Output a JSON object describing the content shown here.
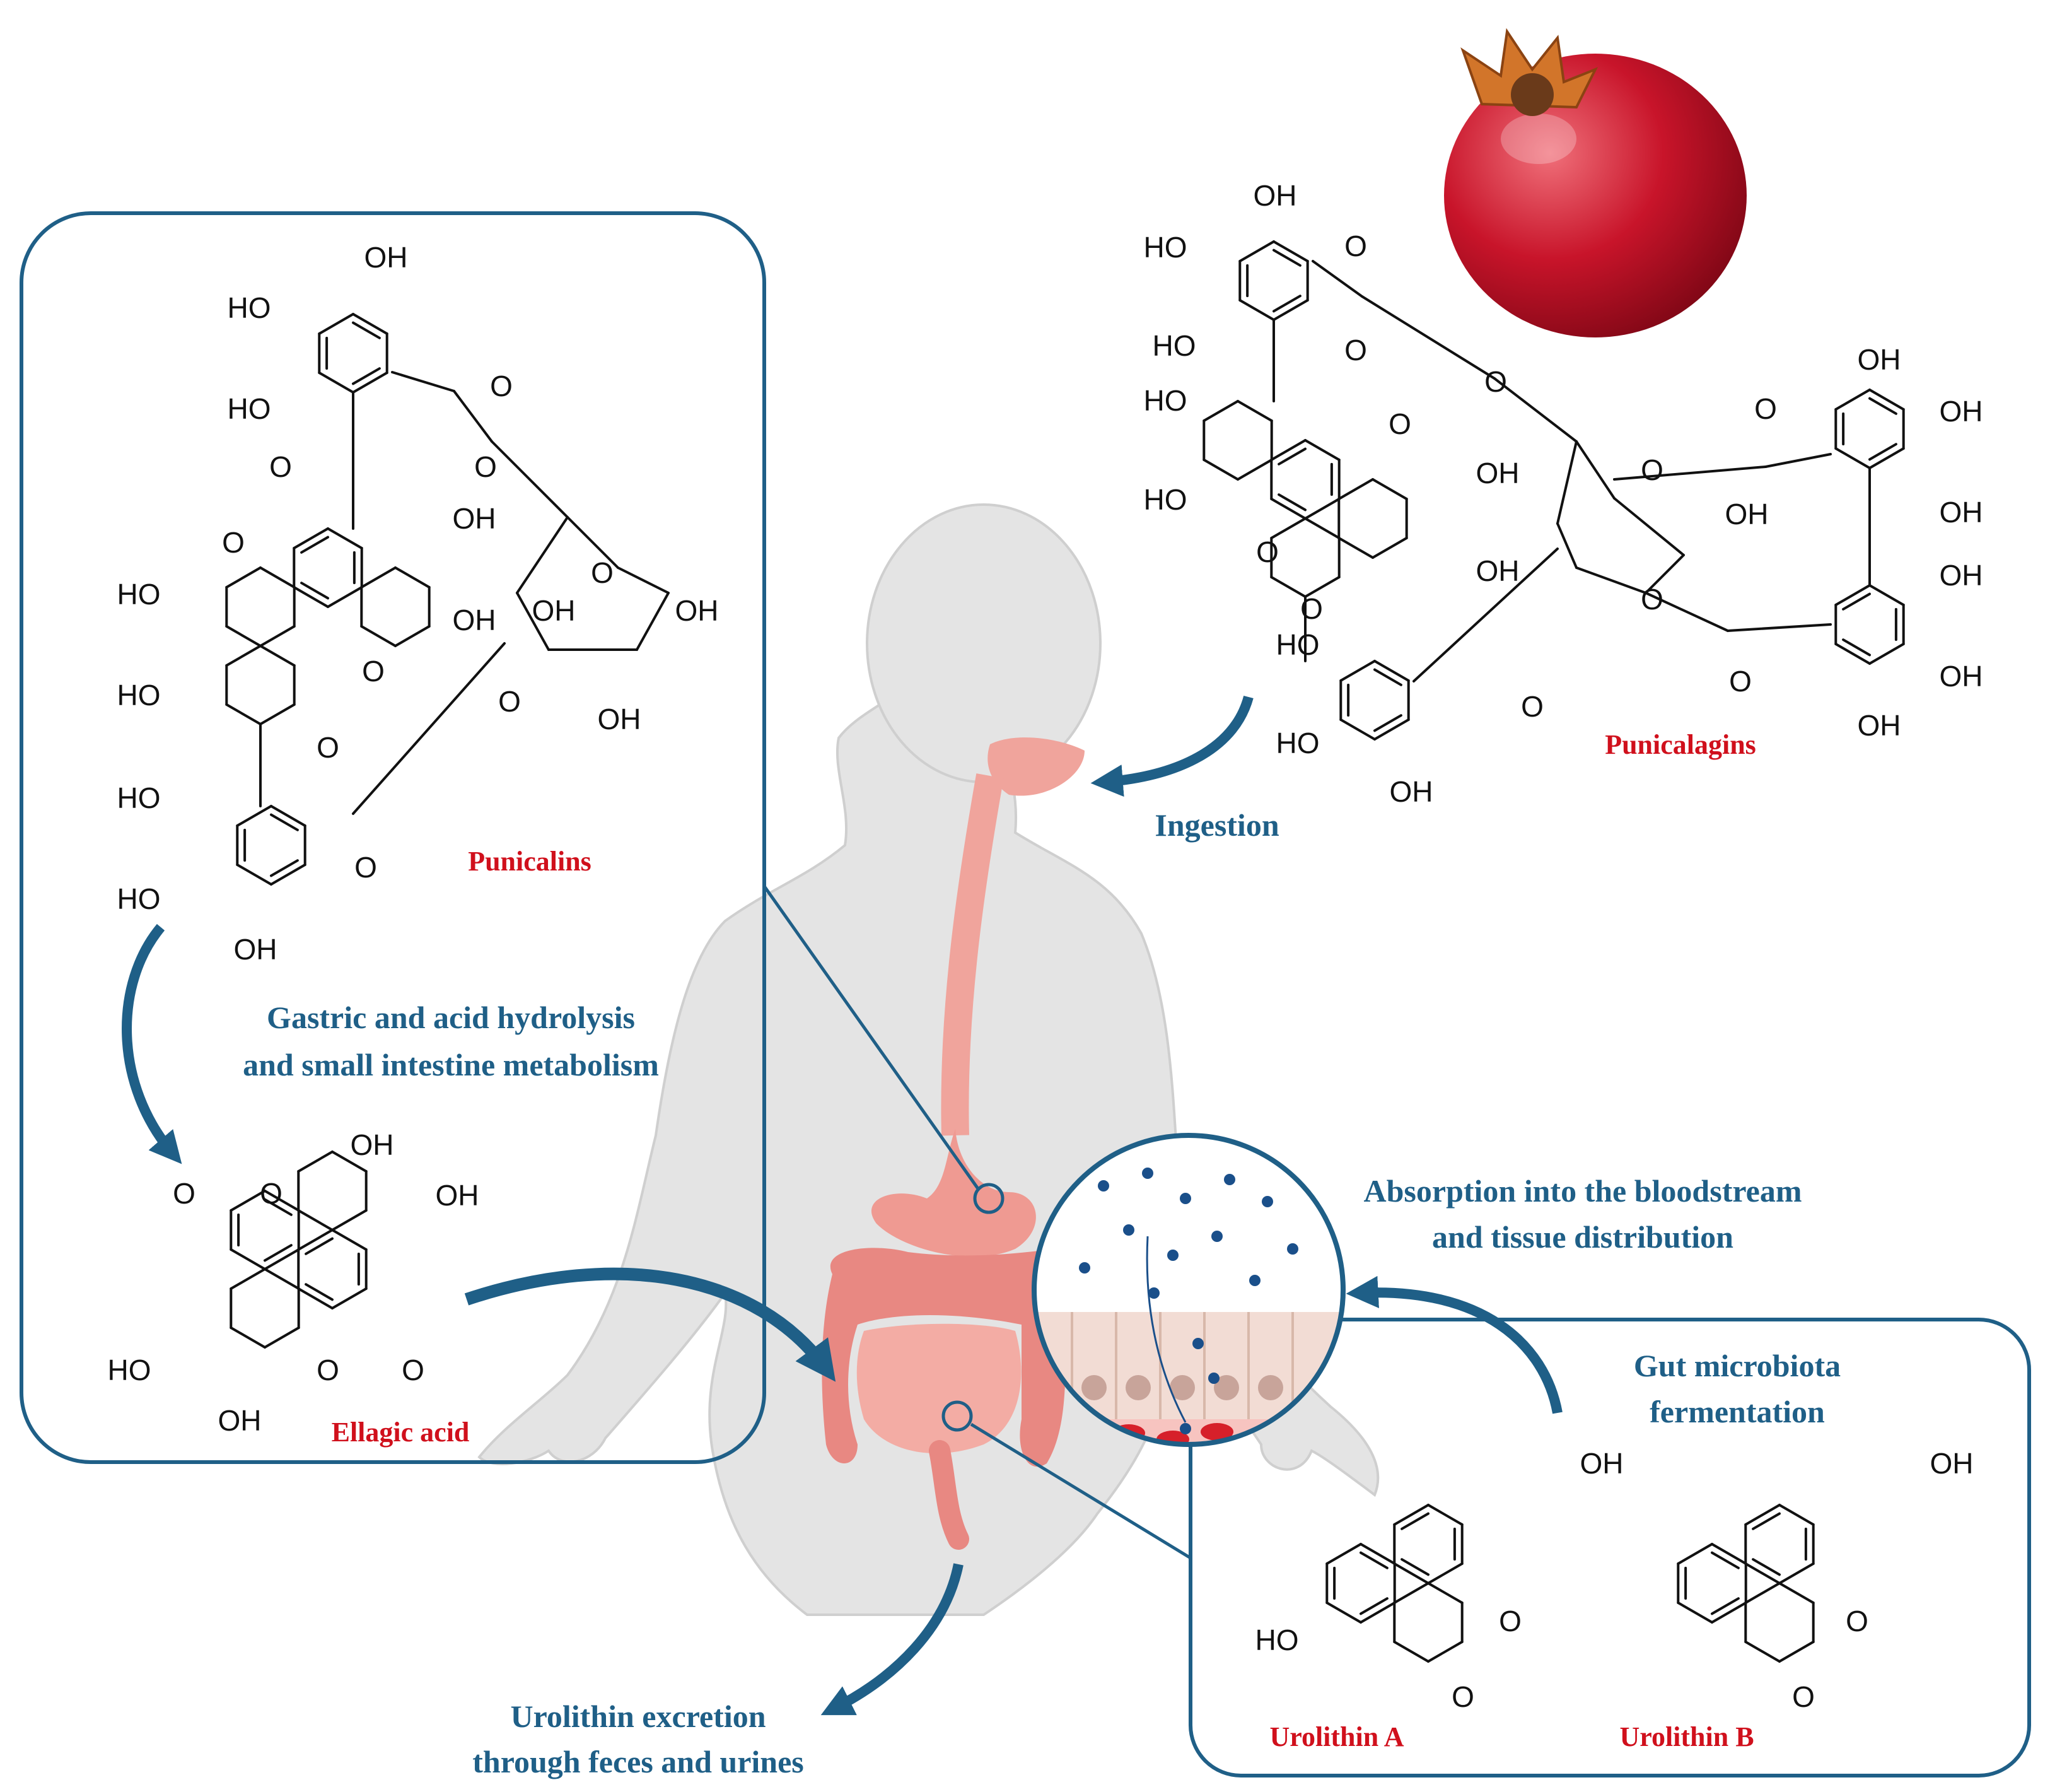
{
  "colors": {
    "frame": "#1f5f87",
    "caption": "#1f5f87",
    "compound_label": "#d0101c",
    "arrow": "#1f5f87",
    "body": "#e4e4e4",
    "gut": "#ef9a92",
    "blood": "#d6202a",
    "particle": "#1a4f8a"
  },
  "captions": {
    "ingestion": "Ingestion",
    "gastric_line1": "Gastric and acid hydrolysis",
    "gastric_line2": "and small intestine metabolism",
    "absorption_line1": "Absorption into the bloodstream",
    "absorption_line2": "and tissue distribution",
    "gut_line1": "Gut microbiota",
    "gut_line2": "fermentation",
    "excretion_line1": "Urolithin excretion",
    "excretion_line2": "through feces and urines"
  },
  "compounds": {
    "punicalagins": "Punicalagins",
    "punicalins": "Punicalins",
    "ellagic_acid": "Ellagic acid",
    "urolithin_a": "Urolithin A",
    "urolithin_b": "Urolithin B"
  },
  "atoms": {
    "OH": "OH",
    "HO": "HO",
    "O": "O"
  }
}
